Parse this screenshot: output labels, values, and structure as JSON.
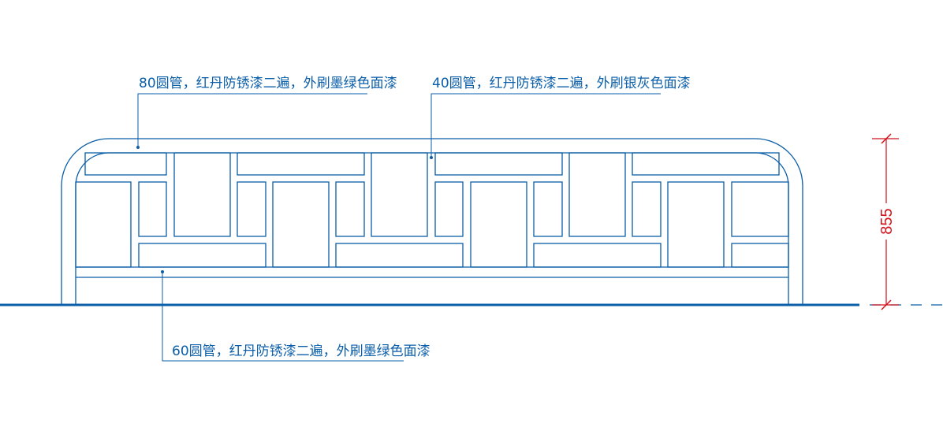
{
  "drawing": {
    "annotations": [
      {
        "id": "top-rail",
        "text": "80圆管，红丹防锈漆二遍，外刷墨绿色面漆"
      },
      {
        "id": "lattice",
        "text": "40圆管，红丹防锈漆二遍，外刷银灰色面漆"
      },
      {
        "id": "bottom-rail",
        "text": "60圆管，红丹防锈漆二遍，外刷墨绿色面漆"
      }
    ],
    "dimension": {
      "value": "855"
    },
    "colors": {
      "line": "#0b5ea8",
      "ground": "#0b5ea8",
      "dimension": "#d0121b"
    }
  }
}
